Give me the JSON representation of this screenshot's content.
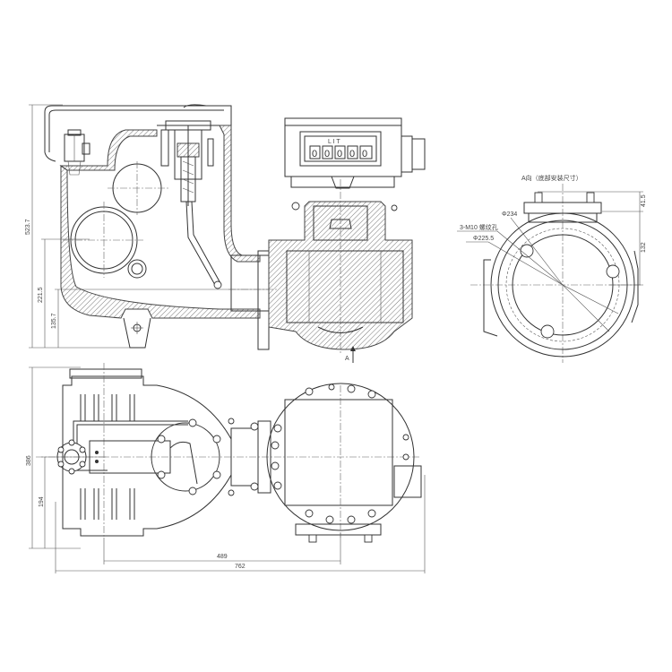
{
  "drawing": {
    "title": "Flow meter with air eliminator - technical drawing",
    "front_view": {
      "dimensions": {
        "overall_height": "523.7",
        "inlet_center_height": "221.5",
        "base_height": "135.7"
      },
      "register": {
        "digits": [
          "0",
          "0",
          "0",
          "0",
          "0"
        ],
        "unit_letters": "L I T"
      },
      "view_arrow_label": "A"
    },
    "side_view": {
      "title": "A向（底部安装尺寸）",
      "labels": {
        "diameter_outer": "Φ234",
        "bolt_spec": "3-M10 螺纹孔",
        "diameter_pcd": "Φ225.5"
      },
      "dimensions": {
        "flange_height": "41.5",
        "center_height": "132"
      }
    },
    "top_view": {
      "dimensions": {
        "overall_depth": "386",
        "inlet_offset": "194",
        "center_distance": "489",
        "overall_length": "762"
      }
    }
  }
}
